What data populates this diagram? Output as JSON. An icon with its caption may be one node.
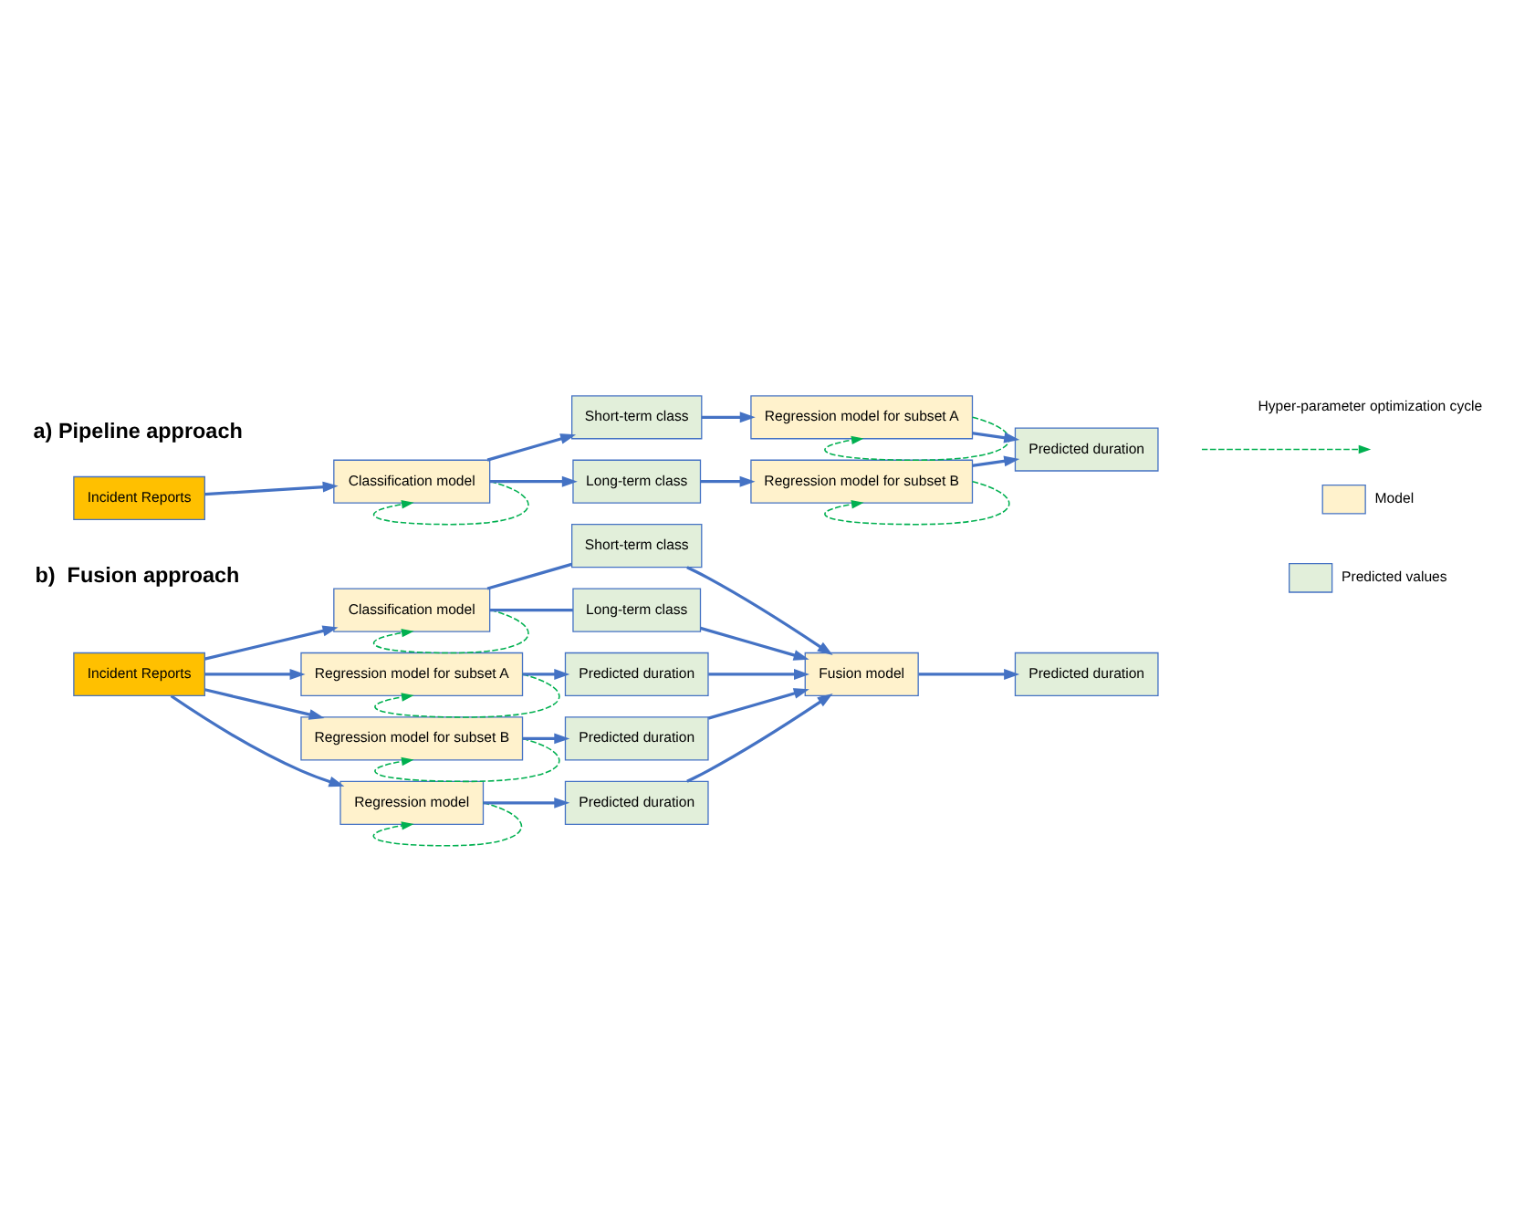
{
  "diagram": {
    "nodes": [
      {
        "text": [
          "Incident Reports"
        ]
      },
      {
        "text": [
          "Classification model"
        ]
      },
      {
        "text": [
          "Short-term class"
        ]
      },
      {
        "text": [
          "Long-term class"
        ]
      },
      {
        "text": [
          "Regression model for subset A"
        ]
      },
      {
        "text": [
          "Regression model for subset B"
        ]
      },
      {
        "text": [
          "Predicted duration"
        ]
      },
      {
        "text": [
          "Incident Reports"
        ]
      },
      {
        "text": [
          "Classification model"
        ]
      },
      {
        "text": [
          "Regression model for subset A"
        ]
      },
      {
        "text": [
          "Regression model for subset B"
        ]
      },
      {
        "text": [
          "Regression model"
        ]
      },
      {
        "text": [
          "Short-term class"
        ]
      },
      {
        "text": [
          "Long-term class"
        ]
      },
      {
        "text": [
          "Predicted duration"
        ]
      },
      {
        "text": [
          "Predicted duration"
        ]
      },
      {
        "text": [
          "Predicted duration"
        ]
      },
      {
        "text": [
          "Fusion model"
        ]
      },
      {
        "text": [
          "Predicted duration"
        ]
      }
    ],
    "edges": [
      {
        "from": 0,
        "to": 1,
        "arrow": "to"
      },
      {
        "from": 1,
        "to": 2,
        "arrow": "to"
      },
      {
        "from": 1,
        "to": 3,
        "arrow": "to"
      },
      {
        "from": 2,
        "to": 4,
        "arrow": "to"
      },
      {
        "from": 3,
        "to": 5,
        "arrow": "to"
      },
      {
        "from": 4,
        "to": 6,
        "arrow": "to"
      },
      {
        "from": 5,
        "to": 6,
        "arrow": "to"
      },
      {
        "from": 1,
        "to": 1,
        "arrow": "to",
        "style": "dashed",
        "color": "#00b050"
      },
      {
        "from": 4,
        "to": 4,
        "arrow": "to",
        "style": "dashed",
        "color": "#00b050"
      },
      {
        "from": 5,
        "to": 5,
        "arrow": "to",
        "style": "dashed",
        "color": "#00b050"
      },
      {
        "from": 7,
        "to": 8,
        "arrow": "to"
      },
      {
        "from": 7,
        "to": 9,
        "arrow": "to"
      },
      {
        "from": 7,
        "to": 10,
        "arrow": "to"
      },
      {
        "from": 7,
        "to": 11,
        "arrow": "to"
      },
      {
        "from": 8,
        "to": 12,
        "arrow": "none"
      },
      {
        "from": 8,
        "to": 13,
        "arrow": "none"
      },
      {
        "from": 9,
        "to": 14,
        "arrow": "to"
      },
      {
        "from": 10,
        "to": 15,
        "arrow": "to"
      },
      {
        "from": 11,
        "to": 16,
        "arrow": "to"
      },
      {
        "from": 12,
        "to": 17,
        "arrow": "to"
      },
      {
        "from": 13,
        "to": 17,
        "arrow": "to"
      },
      {
        "from": 14,
        "to": 17,
        "arrow": "to"
      },
      {
        "from": 15,
        "to": 17,
        "arrow": "to"
      },
      {
        "from": 16,
        "to": 17,
        "arrow": "to"
      },
      {
        "from": 17,
        "to": 18,
        "arrow": "to"
      },
      {
        "from": 8,
        "to": 8,
        "arrow": "to",
        "style": "dashed",
        "color": "#00b050"
      },
      {
        "from": 9,
        "to": 9,
        "arrow": "to",
        "style": "dashed",
        "color": "#00b050"
      },
      {
        "from": 10,
        "to": 10,
        "arrow": "to",
        "style": "dashed",
        "color": "#00b050"
      },
      {
        "from": 11,
        "to": 11,
        "arrow": "to",
        "style": "dashed",
        "color": "#00b050"
      }
    ],
    "labels": [
      "a) Pipeline approach",
      "b)  Fusion approach"
    ],
    "legend": [
      {
        "text": "Hyper-parameter optimization cycle"
      },
      {
        "text": "Model",
        "color": "#fff2cc"
      },
      {
        "text": "Predicted values",
        "color": "#e2efda"
      }
    ]
  }
}
